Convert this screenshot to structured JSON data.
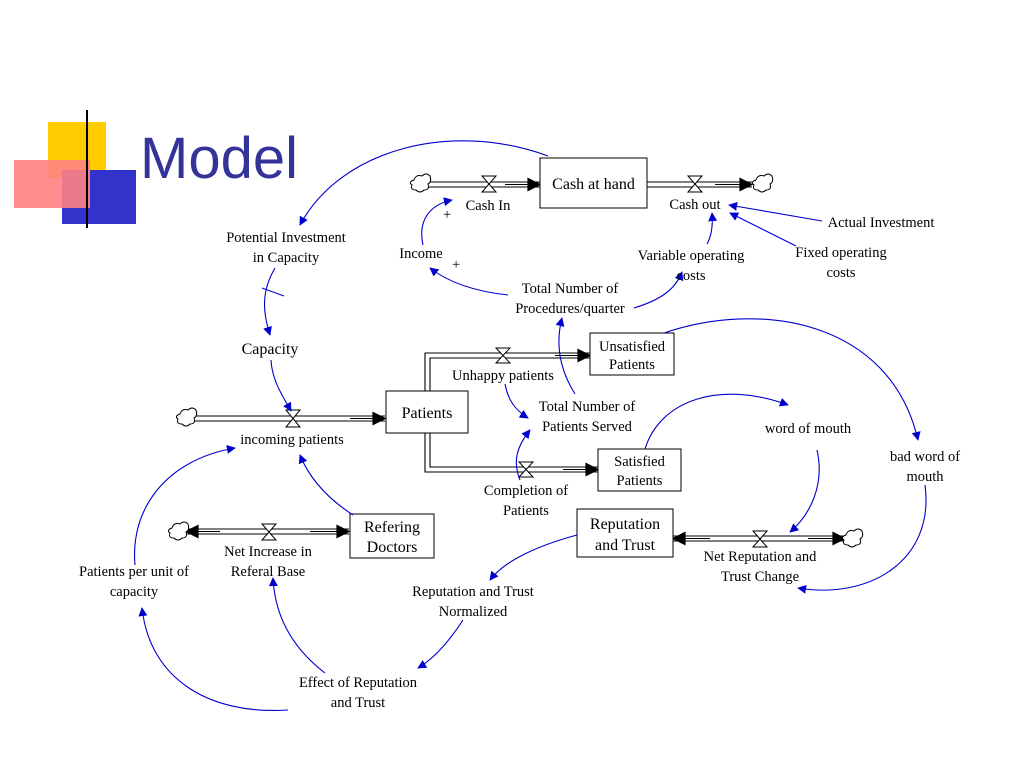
{
  "slide": {
    "title": "Model"
  },
  "diagram": {
    "stocks": {
      "cash_at_hand": "Cash at hand",
      "patients": "Patients",
      "unsatisfied_1": "Unsatisfied",
      "unsatisfied_2": "Patients",
      "satisfied_1": "Satisfied",
      "satisfied_2": "Patients",
      "refering_1": "Refering",
      "refering_2": "Doctors",
      "reputation_1": "Reputation",
      "reputation_2": "and Trust"
    },
    "flows": {
      "cash_in": "Cash In",
      "cash_out": "Cash out",
      "incoming_patients": "incoming patients",
      "unhappy_patients": "Unhappy patients",
      "completion_1": "Completion of",
      "completion_2": "Patients",
      "net_increase_1": "Net Increase in",
      "net_increase_2": "Referal Base",
      "net_reputation_1": "Net Reputation and",
      "net_reputation_2": "Trust Change"
    },
    "variables": {
      "potential_investment_1": "Potential Investment",
      "potential_investment_2": "in Capacity",
      "capacity": "Capacity",
      "income": "Income",
      "total_procedures_1": "Total Number of",
      "total_procedures_2": "Procedures/quarter",
      "variable_costs_1": "Variable operating",
      "variable_costs_2": "costs",
      "actual_investment": "Actual Investment",
      "fixed_costs_1": "Fixed operating",
      "fixed_costs_2": "costs",
      "total_served_1": "Total Number of",
      "total_served_2": "Patients Served",
      "word_of_mouth": "word of mouth",
      "bad_word_1": "bad word of",
      "bad_word_2": "mouth",
      "patients_per_unit_1": "Patients per unit of",
      "patients_per_unit_2": "capacity",
      "rep_normalized_1": "Reputation and Trust",
      "rep_normalized_2": "Normalized",
      "effect_rep_1": "Effect of Reputation",
      "effect_rep_2": "and Trust"
    },
    "polarity": {
      "cash_in_plus": "+",
      "income_plus": "+"
    }
  }
}
